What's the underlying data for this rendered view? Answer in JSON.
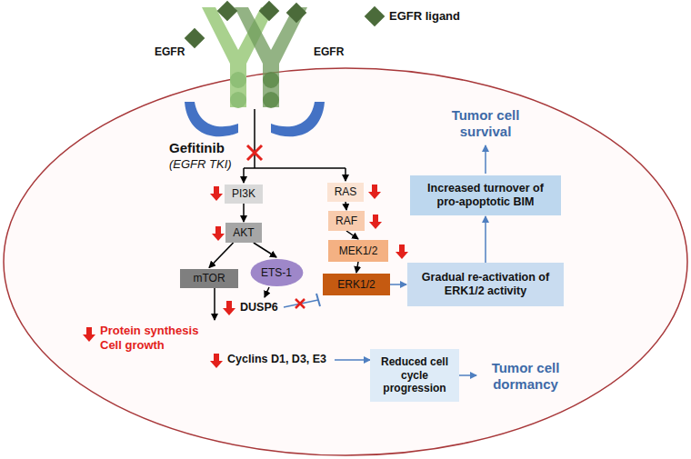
{
  "diagram": {
    "nodes": [
      {
        "text": [
          "PI3K"
        ]
      },
      {
        "text": [
          "AKT"
        ]
      },
      {
        "text": [
          "mTOR"
        ]
      },
      {
        "text": [
          "ETS-1"
        ]
      },
      {
        "text": [
          "RAS"
        ]
      },
      {
        "text": [
          "RAF"
        ]
      },
      {
        "text": [
          "MEK1/2"
        ]
      },
      {
        "text": [
          "ERK1/2"
        ]
      },
      {
        "text": [
          "Increased turnover of pro-apoptotic BIM"
        ]
      },
      {
        "text": [
          "Gradual re-activation of ERK1/2 activity"
        ]
      },
      {
        "text": [
          "Reduced cell cycle progression"
        ]
      }
    ],
    "edges": [
      {
        "from": 0,
        "to": 1,
        "arrow": "to"
      },
      {
        "from": 1,
        "to": 2,
        "arrow": "to"
      },
      {
        "from": 1,
        "to": 3,
        "arrow": "to"
      },
      {
        "from": 4,
        "to": 5,
        "arrow": "to"
      },
      {
        "from": 5,
        "to": 6,
        "arrow": "to"
      },
      {
        "from": 6,
        "to": 7,
        "arrow": "to"
      },
      {
        "from": 7,
        "to": 9,
        "arrow": "to"
      },
      {
        "from": 9,
        "to": 8,
        "arrow": "to"
      }
    ],
    "labels": [
      "EGFR",
      "EGFR",
      "Gefitinib",
      "(EGFR TKI)",
      "Protein synthesis Cell growth",
      "DUSP6",
      "Cyclins D1, D3, E3",
      "Tumor cell survival",
      "Tumor cell dormancy"
    ],
    "legend": [
      {
        "text": "EGFR ligand"
      }
    ]
  }
}
